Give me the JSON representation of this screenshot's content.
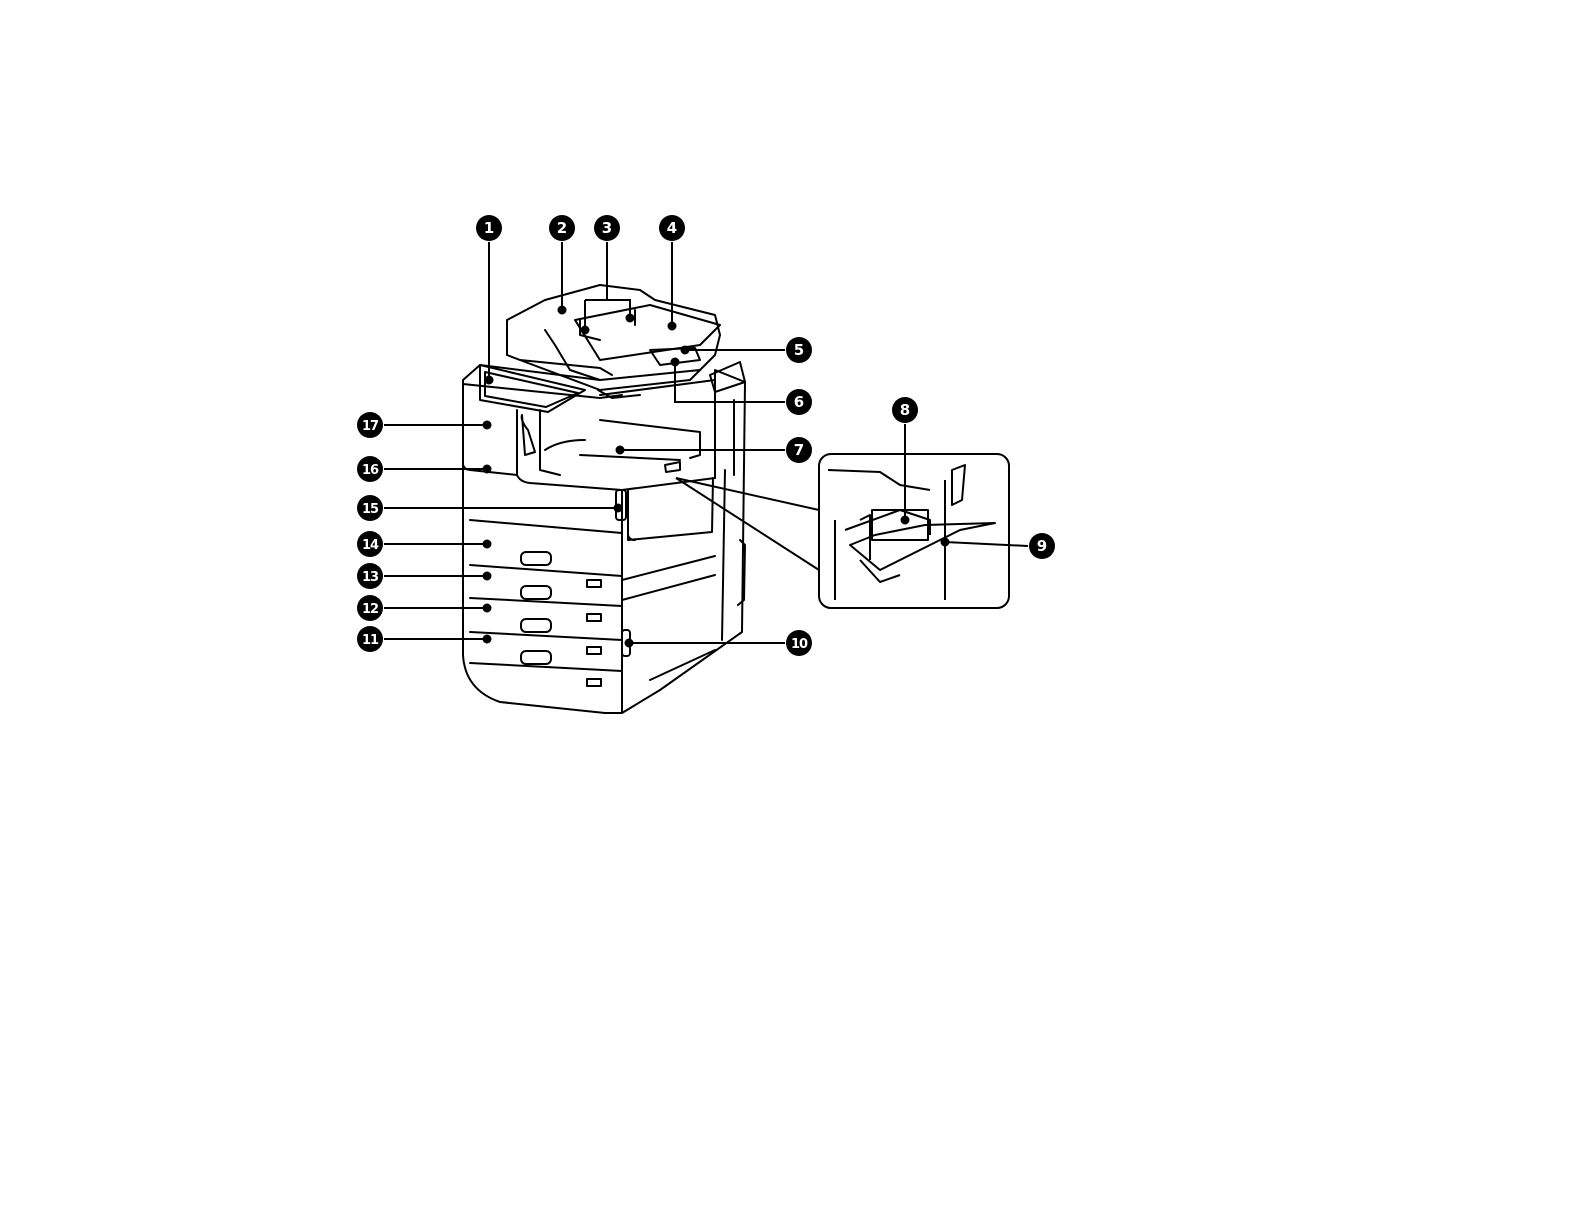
{
  "figure": {
    "colors": {
      "ink": "#000000",
      "paper": "#ffffff",
      "callout_fill": "#000000",
      "callout_text": "#ffffff"
    },
    "callouts": [
      {
        "id": 1,
        "label": "1"
      },
      {
        "id": 2,
        "label": "2"
      },
      {
        "id": 3,
        "label": "3"
      },
      {
        "id": 4,
        "label": "4"
      },
      {
        "id": 5,
        "label": "5"
      },
      {
        "id": 6,
        "label": "6"
      },
      {
        "id": 7,
        "label": "7"
      },
      {
        "id": 8,
        "label": "8"
      },
      {
        "id": 9,
        "label": "9"
      },
      {
        "id": 10,
        "label": "10"
      },
      {
        "id": 11,
        "label": "11"
      },
      {
        "id": 12,
        "label": "12"
      },
      {
        "id": 13,
        "label": "13"
      },
      {
        "id": 14,
        "label": "14"
      },
      {
        "id": 15,
        "label": "15"
      },
      {
        "id": 16,
        "label": "16"
      },
      {
        "id": 17,
        "label": "17"
      }
    ]
  }
}
